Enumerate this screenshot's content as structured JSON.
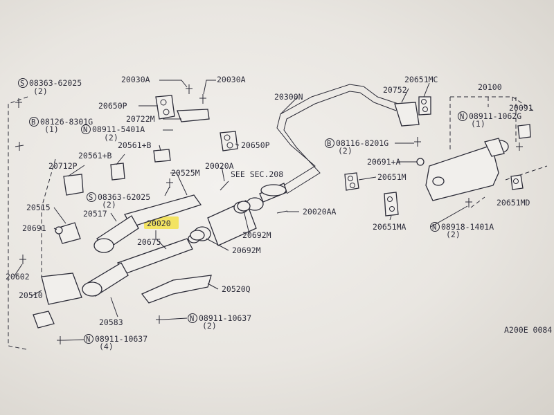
{
  "diagram": {
    "title_code": "A200E 0084",
    "highlight_color": "#f3e04a",
    "labels": {
      "p08363_62025_top": "08363-62025",
      "p08363_62025_top_qty": "(2)",
      "p08126_8301G": "08126-8301G",
      "p08126_8301G_qty": "(1)",
      "p20030A_left": "20030A",
      "p20030A_right": "20030A",
      "p20650P_left": "20650P",
      "p20722M": "20722M",
      "p08911_5401A": "08911-5401A",
      "p08911_5401A_qty": "(2)",
      "p20650P_right": "20650P",
      "p20561B_right": "20561+B",
      "p20561B_left": "20561+B",
      "p20712P": "20712P",
      "p20525M": "20525M",
      "p20020A": "20020A",
      "see_sec": "SEE SEC.208",
      "p08363_62025_mid": "08363-62025",
      "p08363_62025_mid_qty": "(2)",
      "p20515": "20515",
      "p20517": "20517",
      "p20020": "20020",
      "p20691_left": "20691",
      "p20675": "20675",
      "p20602": "20602",
      "p20510": "20510",
      "p20583": "20583",
      "p08911_10637_bottom": "08911-10637",
      "p08911_10637_bottom_qty": "(4)",
      "p08911_10637_mid": "08911-10637",
      "p08911_10637_mid_qty": "(2)",
      "p20520Q": "20520Q",
      "p20692M_left": "20692M",
      "p20692M_right": "20692M",
      "p20020AA": "20020AA",
      "p20300N": "20300N",
      "p08116_8201G": "08116-8201G",
      "p08116_8201G_qty": "(2)",
      "p20752": "20752",
      "p20651MC": "20651MC",
      "p20100": "20100",
      "p08911_1062G": "08911-1062G",
      "p08911_1062G_qty": "(1)",
      "p20091": "20091",
      "p20691_right": "20691+A",
      "p20651M": "20651M",
      "p20651MA": "20651MA",
      "p08918_1401A": "08918-1401A",
      "p08918_1401A_qty": "(2)",
      "p20651MD": "20651MD"
    },
    "prefixes": {
      "S": "S",
      "B": "B",
      "N": "N"
    }
  }
}
